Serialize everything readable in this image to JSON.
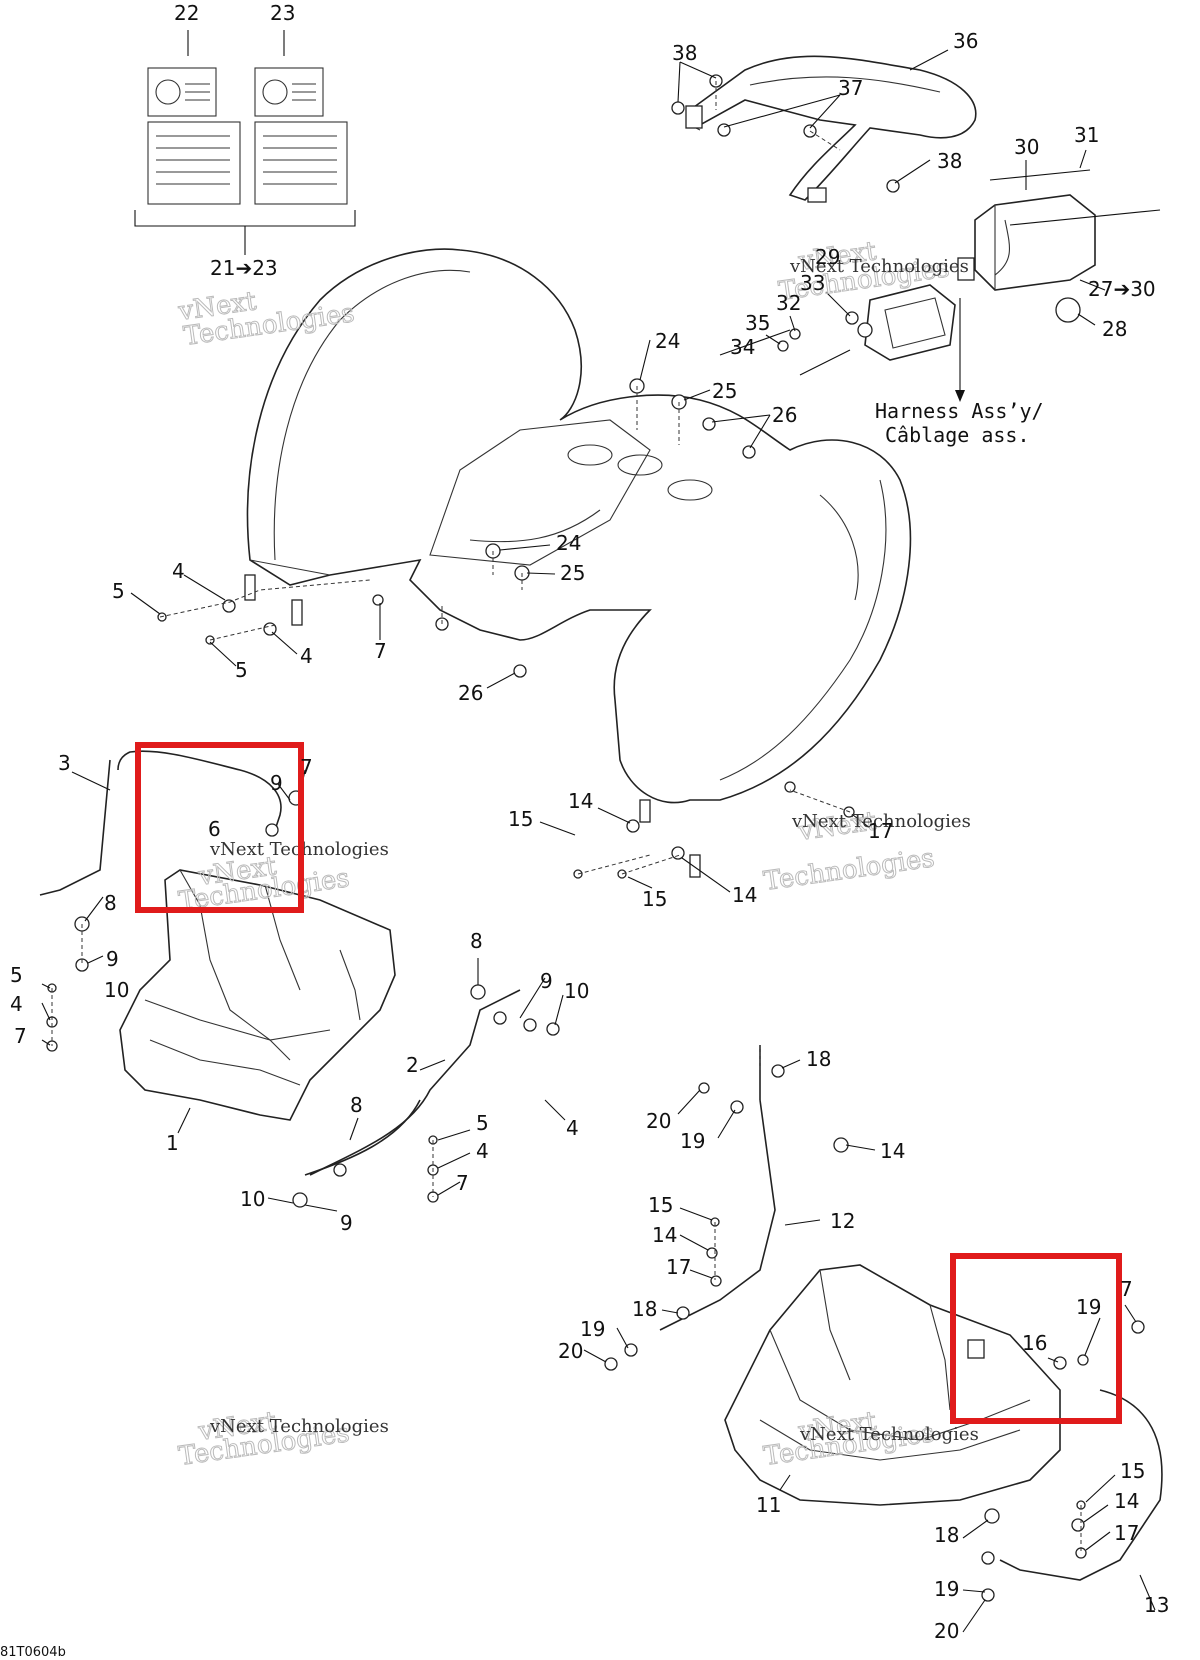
{
  "drawing_code": "81T0604b",
  "harness_note": [
    "Harness Ass’y/",
    "Câblage ass."
  ],
  "group_label": "21➔23",
  "range_label": "27➔30",
  "watermark": "vNext Technologies",
  "callouts": [
    {
      "id": "c22",
      "text": "22"
    },
    {
      "id": "c23",
      "text": "23"
    },
    {
      "id": "c38a",
      "text": "38"
    },
    {
      "id": "c36",
      "text": "36"
    },
    {
      "id": "c37",
      "text": "37"
    },
    {
      "id": "c38b",
      "text": "38"
    },
    {
      "id": "c30",
      "text": "30"
    },
    {
      "id": "c31",
      "text": "31"
    },
    {
      "id": "c29",
      "text": "29"
    },
    {
      "id": "c33",
      "text": "33"
    },
    {
      "id": "c32",
      "text": "32"
    },
    {
      "id": "c35",
      "text": "35"
    },
    {
      "id": "c34",
      "text": "34"
    },
    {
      "id": "c28",
      "text": "28"
    },
    {
      "id": "c24a",
      "text": "24"
    },
    {
      "id": "c25a",
      "text": "25"
    },
    {
      "id": "c26a",
      "text": "26"
    },
    {
      "id": "c24b",
      "text": "24"
    },
    {
      "id": "c25b",
      "text": "25"
    },
    {
      "id": "c26b",
      "text": "26"
    },
    {
      "id": "c5a",
      "text": "5"
    },
    {
      "id": "c4a",
      "text": "4"
    },
    {
      "id": "c5b",
      "text": "5"
    },
    {
      "id": "c4b",
      "text": "4"
    },
    {
      "id": "c7a",
      "text": "7"
    },
    {
      "id": "c3",
      "text": "3"
    },
    {
      "id": "c9a",
      "text": "9"
    },
    {
      "id": "c7b",
      "text": "7"
    },
    {
      "id": "c6",
      "text": "6"
    },
    {
      "id": "c8a",
      "text": "8"
    },
    {
      "id": "c9b",
      "text": "9"
    },
    {
      "id": "c10a",
      "text": "10"
    },
    {
      "id": "c5c",
      "text": "5"
    },
    {
      "id": "c4c",
      "text": "4"
    },
    {
      "id": "c7c",
      "text": "7"
    },
    {
      "id": "c1",
      "text": "1"
    },
    {
      "id": "c8b",
      "text": "8"
    },
    {
      "id": "c9c",
      "text": "9"
    },
    {
      "id": "c10b",
      "text": "10"
    },
    {
      "id": "c2",
      "text": "2"
    },
    {
      "id": "c4d",
      "text": "4"
    },
    {
      "id": "c8c",
      "text": "8"
    },
    {
      "id": "c5d",
      "text": "5"
    },
    {
      "id": "c4e",
      "text": "4"
    },
    {
      "id": "c7d",
      "text": "7"
    },
    {
      "id": "c10c",
      "text": "10"
    },
    {
      "id": "c9d",
      "text": "9"
    },
    {
      "id": "c14a",
      "text": "14"
    },
    {
      "id": "c15a",
      "text": "15"
    },
    {
      "id": "c17a",
      "text": "17"
    },
    {
      "id": "c15b",
      "text": "15"
    },
    {
      "id": "c14b",
      "text": "14"
    },
    {
      "id": "c18a",
      "text": "18"
    },
    {
      "id": "c20a",
      "text": "20"
    },
    {
      "id": "c19a",
      "text": "19"
    },
    {
      "id": "c14c",
      "text": "14"
    },
    {
      "id": "c12",
      "text": "12"
    },
    {
      "id": "c15c",
      "text": "15"
    },
    {
      "id": "c14d",
      "text": "14"
    },
    {
      "id": "c17b",
      "text": "17"
    },
    {
      "id": "c18b",
      "text": "18"
    },
    {
      "id": "c19b",
      "text": "19"
    },
    {
      "id": "c20b",
      "text": "20"
    },
    {
      "id": "c7e",
      "text": "7"
    },
    {
      "id": "c19c",
      "text": "19"
    },
    {
      "id": "c16",
      "text": "16"
    },
    {
      "id": "c11",
      "text": "11"
    },
    {
      "id": "c15d",
      "text": "15"
    },
    {
      "id": "c14e",
      "text": "14"
    },
    {
      "id": "c17c",
      "text": "17"
    },
    {
      "id": "c18c",
      "text": "18"
    },
    {
      "id": "c19d",
      "text": "19"
    },
    {
      "id": "c13",
      "text": "13"
    },
    {
      "id": "c20c",
      "text": "20"
    }
  ],
  "highlights": [
    {
      "name": "highlight-front-fender-mount",
      "color": "#e01b1b"
    },
    {
      "name": "highlight-rear-footwell-mount",
      "color": "#e01b1b"
    }
  ]
}
